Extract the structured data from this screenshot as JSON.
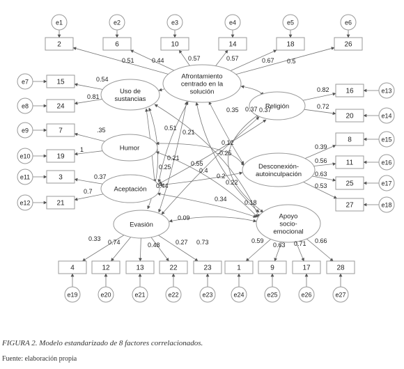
{
  "caption": "FIGURA 2. Modelo estandarizado de 8 factores correlacionados.",
  "source": "Fuente: elaboración propia",
  "colors": {
    "stroke": "#999999",
    "text": "#222222"
  },
  "nodes": {
    "afrontamiento": [
      "Afrontamiento",
      "centrado en la",
      "solución"
    ],
    "sustancias": [
      "Uso de",
      "sustancias"
    ],
    "religion": [
      "Religión"
    ],
    "humor": [
      "Humor"
    ],
    "aceptacion": [
      "Aceptación"
    ],
    "desconexion": [
      "Desconexión-",
      "autoinculpación"
    ],
    "evasion": [
      "Evasión"
    ],
    "apoyo": [
      "Apoyo",
      "socio-",
      "emocional"
    ]
  },
  "items": [
    "2",
    "6",
    "10",
    "14",
    "18",
    "26",
    "15",
    "24",
    "7",
    "19",
    "3",
    "21",
    "16",
    "20",
    "8",
    "11",
    "25",
    "27",
    "4",
    "12",
    "13",
    "22",
    "23",
    "1",
    "9",
    "17",
    "28"
  ],
  "errors": [
    "e1",
    "e2",
    "e3",
    "e4",
    "e5",
    "e6",
    "e7",
    "e8",
    "e9",
    "e10",
    "e11",
    "e12",
    "e13",
    "e14",
    "e15",
    "e16",
    "e17",
    "e18",
    "e19",
    "e20",
    "e21",
    "e22",
    "e23",
    "e24",
    "e25",
    "e26",
    "e27"
  ],
  "loadings": [
    "0.51",
    "0.44",
    "0.57",
    "0.57",
    "0.67",
    "0.5",
    "0.54",
    "0.81",
    ".35",
    "1",
    "0.37",
    "0.7",
    "0.82",
    "0.72",
    "0.39",
    "0.56",
    "0.63",
    "0.53",
    "0.33",
    "0.74",
    "0.48",
    "0.27",
    "0.73",
    "0.59",
    "0.63",
    "0.71",
    "0.66"
  ],
  "correlations": [
    "0.37",
    "0.35",
    "0.37",
    "0.51",
    "0.21",
    "0.12",
    "0.21",
    "-0.25",
    "0.25",
    "0.55",
    "0.4",
    "0.44",
    "0.2",
    "0.22",
    "0.34",
    "0.18",
    "0.09"
  ]
}
